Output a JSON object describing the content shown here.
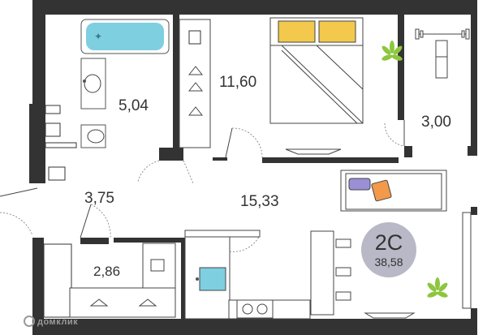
{
  "plan": {
    "apartment_badge": {
      "type": "2С",
      "total_area": "38,58",
      "color": "#b8b8c6"
    },
    "rooms": [
      {
        "id": "bathroom",
        "area": "5,04"
      },
      {
        "id": "bedroom",
        "area": "11,60"
      },
      {
        "id": "gym",
        "area": "3,00"
      },
      {
        "id": "hallway",
        "area": "3,75"
      },
      {
        "id": "living-kitchen",
        "area": "15,33"
      },
      {
        "id": "wardrobe",
        "area": "2,86"
      }
    ],
    "watermark": "домклик",
    "colors": {
      "walls": "#333333",
      "bath": "#7ecfe0",
      "pillow": "#f2c94c",
      "cushion_purple": "#9b8fd6",
      "cushion_orange": "#f2994a",
      "plant": "#8dc63f"
    }
  }
}
